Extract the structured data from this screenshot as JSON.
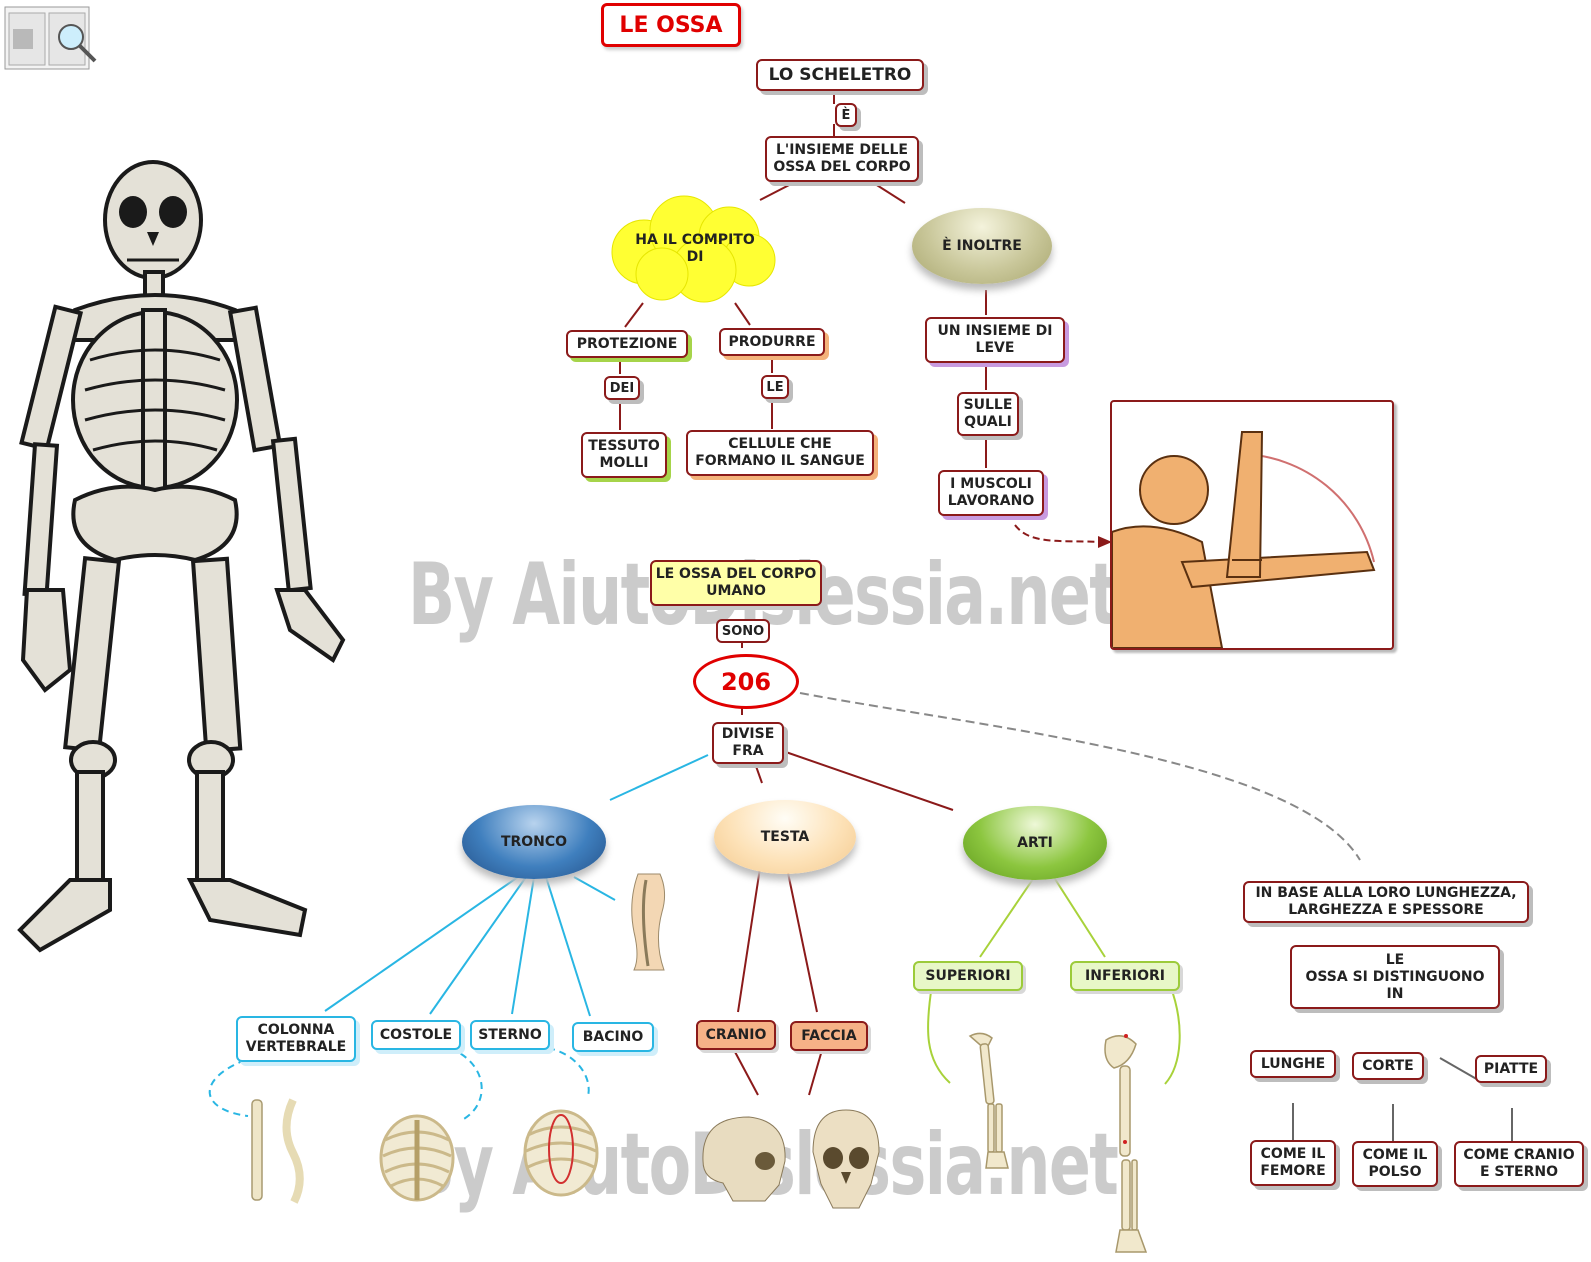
{
  "title": "LE OSSA",
  "watermark": "By AiutoDislessia.net",
  "top": {
    "skeleton": "LO SCHELETRO",
    "is": "È",
    "definition": "L'INSIEME DELLE\nOSSA DEL CORPO",
    "task": "HA IL COMPITO\nDI",
    "also": "È INOLTRE",
    "protection": "PROTEZIONE",
    "of": "DEI",
    "soft_tissue": "TESSUTO\nMOLLI",
    "produce": "PRODURRE",
    "the": "LE",
    "blood_cells": "CELLULE CHE\nFORMANO IL SANGUE",
    "levers": "UN INSIEME DI\nLEVE",
    "on_which": "SULLE\nQUALI",
    "muscles": "I MUSCOLI\nLAVORANO"
  },
  "body": {
    "bones_of_body": "LE OSSA DEL CORPO\nUMANO",
    "are": "SONO",
    "count": "206",
    "divided": "DIVISE\nFRA",
    "trunk": "TRONCO",
    "head": "TESTA",
    "limbs": "ARTI",
    "spine": "COLONNA\nVERTEBRALE",
    "ribs": "COSTOLE",
    "sternum": "STERNO",
    "pelvis": "BACINO",
    "skull": "CRANIO",
    "face": "FACCIA",
    "upper": "SUPERIORI",
    "lower": "INFERIORI"
  },
  "classification": {
    "basis": "IN BASE ALLA LORO LUNGHEZZA,\nLARGHEZZA E SPESSORE",
    "distinguish": "LE\nOSSA SI DISTINGUONO\nIN",
    "long": "LUNGHE",
    "short": "CORTE",
    "flat": "PIATTE",
    "long_example": "COME IL\nFEMORE",
    "short_example": "COME IL\nPOLSO",
    "flat_example": "COME CRANIO\nE STERNO"
  },
  "colors": {
    "border": "#8b1a1a",
    "title_red": "#e00000",
    "trunk_blue": "#3a78b5",
    "head_peach": "#fde2b8",
    "limbs_green": "#8cc63f",
    "cyan_line": "#29b6e3",
    "lime_line": "#a8d23a"
  }
}
